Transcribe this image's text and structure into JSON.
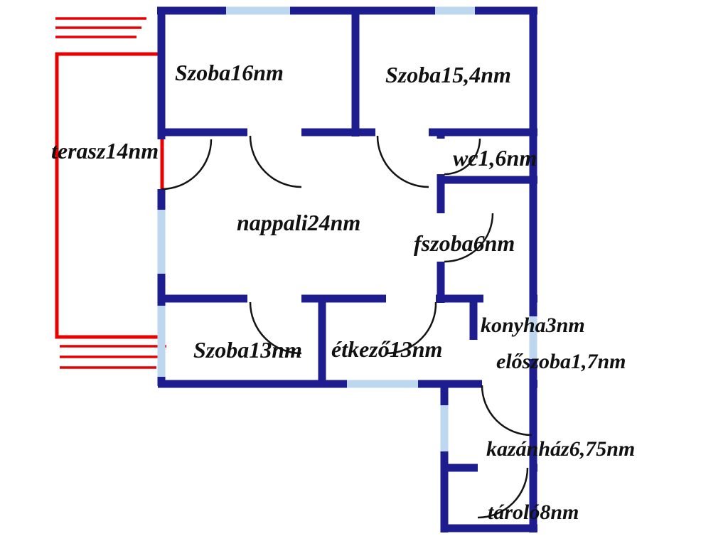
{
  "colors": {
    "wall": "#1d1d8f",
    "window": "#bdd7ee",
    "terrace": "#e80000",
    "door_arc": "#141414",
    "text": "#111111",
    "background": "#ffffff"
  },
  "rooms": [
    {
      "label": "Szoba16nm",
      "name": "Szoba",
      "area_nm": "16"
    },
    {
      "label": "Szoba15,4nm",
      "name": "Szoba",
      "area_nm": "15,4"
    },
    {
      "label": "terasz14nm",
      "name": "terasz",
      "area_nm": "14"
    },
    {
      "label": "wc1,6nm",
      "name": "wc",
      "area_nm": "1,6"
    },
    {
      "label": "nappali24nm",
      "name": "nappali",
      "area_nm": "24"
    },
    {
      "label": "fszoba6nm",
      "name": "fszoba",
      "area_nm": "6"
    },
    {
      "label": "Szoba13nm",
      "name": "Szoba",
      "area_nm": "13"
    },
    {
      "label": "étkező13nm",
      "name": "étkező",
      "area_nm": "13"
    },
    {
      "label": "konyha3nm",
      "name": "konyha",
      "area_nm": "3"
    },
    {
      "label": "előszoba1,7nm",
      "name": "előszoba",
      "area_nm": "1,7"
    },
    {
      "label": "kazánház6,75nm",
      "name": "kazánház",
      "area_nm": "6,75"
    },
    {
      "label": "tároló8nm",
      "name": "tároló",
      "area_nm": "8"
    }
  ]
}
